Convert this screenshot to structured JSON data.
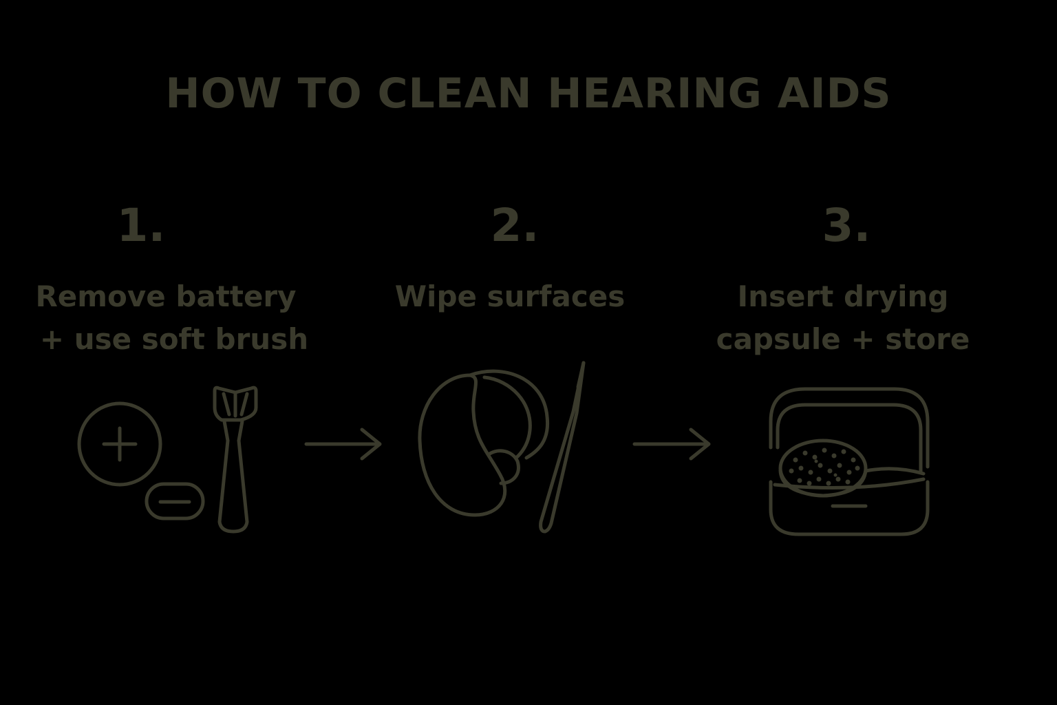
{
  "title": "HOW TO CLEAN HEARING AIDS",
  "colors": {
    "background": "#000000",
    "ink": "#3a3a2c"
  },
  "steps": [
    {
      "number": "1.",
      "label_lines": [
        "Remove battery",
        "+ use soft brush"
      ],
      "icons": [
        "battery-icon",
        "battery-cell-icon",
        "brush-icon"
      ]
    },
    {
      "number": "2.",
      "label_lines": [
        "Wipe surfaces"
      ],
      "icons": [
        "hearing-aid-icon",
        "cleaning-tool-icon"
      ]
    },
    {
      "number": "3.",
      "label_lines": [
        "Insert drying",
        "capsule + store"
      ],
      "icons": [
        "drying-case-icon"
      ]
    }
  ],
  "arrows": [
    "arrow-right-icon",
    "arrow-right-icon"
  ]
}
